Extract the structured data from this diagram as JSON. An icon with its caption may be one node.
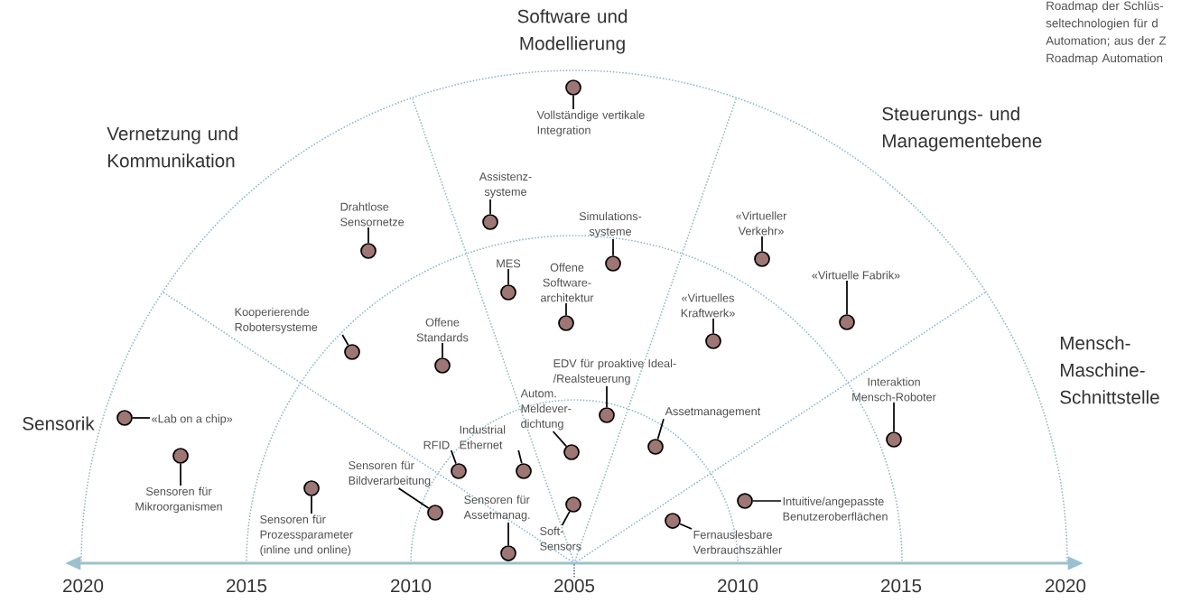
{
  "diagram": {
    "nodes": [
      {
        "text": [
          "Vollständige vertikale Integration"
        ]
      },
      {
        "text": [],
        "shape": "circle"
      },
      {
        "text": [
          "Drahtlose Sensornetze"
        ]
      },
      {
        "text": [],
        "shape": "circle"
      },
      {
        "text": [
          "Assistenz- systeme"
        ]
      },
      {
        "text": [],
        "shape": "circle"
      },
      {
        "text": [
          "Simulations- systeme"
        ]
      },
      {
        "text": [],
        "shape": "circle"
      },
      {
        "text": [
          "MES"
        ]
      },
      {
        "text": [],
        "shape": "circle"
      },
      {
        "text": [
          "Offene Software- architektur"
        ]
      },
      {
        "text": [],
        "shape": "circle"
      },
      {
        "text": [
          "Kooperierende Robotersysteme"
        ]
      },
      {
        "text": [],
        "shape": "circle"
      },
      {
        "text": [
          "Offene Standards"
        ]
      },
      {
        "text": [],
        "shape": "circle"
      },
      {
        "text": [
          "«Virtueller Verkehr»"
        ]
      },
      {
        "text": [],
        "shape": "circle"
      },
      {
        "text": [
          "«Virtuelle Fabrik»"
        ]
      },
      {
        "text": [],
        "shape": "circle"
      },
      {
        "text": [
          "«Virtuelles Kraftwerk»"
        ]
      },
      {
        "text": [],
        "shape": "circle"
      },
      {
        "text": [
          "EDV für proaktive Ideal-/Realsteuerung"
        ]
      },
      {
        "text": [],
        "shape": "circle"
      },
      {
        "text": [
          "Autom. Meldever- dichtung"
        ]
      },
      {
        "text": [],
        "shape": "circle"
      },
      {
        "text": [
          "Assetmanagement"
        ]
      },
      {
        "text": [],
        "shape": "circle"
      },
      {
        "text": [
          "Interaktion Mensch-Roboter"
        ]
      },
      {
        "text": [],
        "shape": "circle"
      },
      {
        "text": [
          "«Lab on a chip»"
        ]
      },
      {
        "text": [],
        "shape": "circle"
      },
      {
        "text": [
          "Sensoren für Mikroorganismen"
        ]
      },
      {
        "text": [],
        "shape": "circle"
      },
      {
        "text": [
          "Sensoren für Prozessparameter (inline und online)"
        ]
      },
      {
        "text": [],
        "shape": "circle"
      },
      {
        "text": [
          "Sensoren für Bildverarbeitung"
        ]
      },
      {
        "text": [],
        "shape": "circle"
      },
      {
        "text": [
          "RFID"
        ]
      },
      {
        "text": [],
        "shape": "circle"
      },
      {
        "text": [
          "Industrial Ethernet"
        ]
      },
      {
        "text": [],
        "shape": "circle"
      },
      {
        "text": [
          "Sensoren für Assetmanag."
        ]
      },
      {
        "text": [],
        "shape": "circle"
      },
      {
        "text": [
          "Soft- Sensors"
        ]
      },
      {
        "text": [],
        "shape": "circle"
      },
      {
        "text": [
          "Fernauslesbare Verbrauchszähler"
        ]
      },
      {
        "text": [],
        "shape": "circle"
      },
      {
        "text": [
          "Intuitive/angepasste Benutzeroberflächen"
        ]
      },
      {
        "text": [],
        "shape": "circle"
      }
    ],
    "edges": [
      {
        "from": 0,
        "to": 1,
        "arrow": "none"
      },
      {
        "from": 2,
        "to": 3,
        "arrow": "none"
      },
      {
        "from": 4,
        "to": 5,
        "arrow": "none"
      },
      {
        "from": 6,
        "to": 7,
        "arrow": "none"
      },
      {
        "from": 8,
        "to": 9,
        "arrow": "none"
      },
      {
        "from": 10,
        "to": 11,
        "arrow": "none"
      },
      {
        "from": 12,
        "to": 13,
        "arrow": "none"
      },
      {
        "from": 14,
        "to": 15,
        "arrow": "none"
      },
      {
        "from": 16,
        "to": 17,
        "arrow": "none"
      },
      {
        "from": 18,
        "to": 19,
        "arrow": "none"
      },
      {
        "from": 20,
        "to": 21,
        "arrow": "none"
      },
      {
        "from": 22,
        "to": 23,
        "arrow": "none"
      },
      {
        "from": 24,
        "to": 25,
        "arrow": "none"
      },
      {
        "from": 26,
        "to": 27,
        "arrow": "none"
      },
      {
        "from": 28,
        "to": 29,
        "arrow": "none"
      },
      {
        "from": 30,
        "to": 31,
        "arrow": "none"
      },
      {
        "from": 32,
        "to": 33,
        "arrow": "none"
      },
      {
        "from": 34,
        "to": 35,
        "arrow": "none"
      },
      {
        "from": 36,
        "to": 37,
        "arrow": "none"
      },
      {
        "from": 38,
        "to": 39,
        "arrow": "none"
      },
      {
        "from": 40,
        "to": 41,
        "arrow": "none"
      },
      {
        "from": 42,
        "to": 43,
        "arrow": "none"
      },
      {
        "from": 44,
        "to": 45,
        "arrow": "none"
      },
      {
        "from": 46,
        "to": 47,
        "arrow": "none"
      },
      {
        "from": 48,
        "to": 49,
        "arrow": "none"
      }
    ],
    "labels": [
      "Software und Modellierung",
      "Roadmap der Schlüs- seltechnologien für d Automation; aus der Z Roadmap Automation",
      "Vernetzung und Kommunikation",
      "Steuerungs- und Managementebene",
      "Mensch- Maschine- Schnittstelle",
      "Sensorik",
      "2020",
      "2015",
      "2010",
      "2005",
      "2010",
      "2015",
      "2020"
    ]
  }
}
